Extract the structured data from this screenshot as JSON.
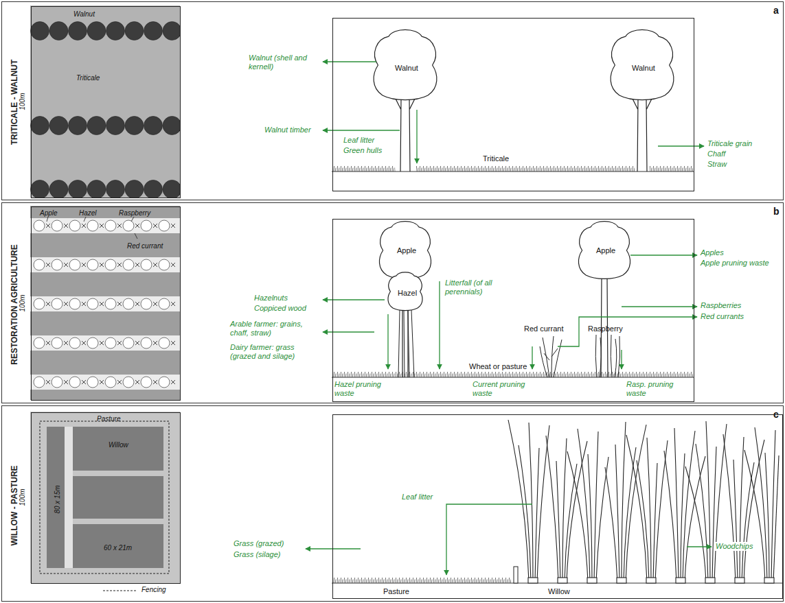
{
  "diagram": {
    "nodes": [
      {
        "text": [
          "TRITICALE - WALNUT",
          "a"
        ]
      },
      {
        "text": [
          "Walnut",
          "Triticale"
        ],
        "in": 0
      },
      {
        "text": [
          "Walnut",
          "Walnut",
          "Triticale"
        ],
        "in": 0
      },
      {
        "text": [
          "RESTORATION AGRICULTURE",
          "b"
        ]
      },
      {
        "text": [
          "Apple",
          "Hazel",
          "Raspberry",
          "Red currant"
        ],
        "in": 3
      },
      {
        "text": [
          "Apple",
          "Hazel",
          "Apple",
          "Red currant",
          "Raspberry",
          "Wheat or pasture"
        ],
        "in": 3
      },
      {
        "text": [
          "WILLOW - PASTURE",
          "c"
        ]
      },
      {
        "text": [
          "Pasture",
          "Willow",
          "80 x 15m",
          "60 x 21m"
        ],
        "in": 6
      },
      {
        "text": [
          "Pasture",
          "Willow"
        ],
        "in": 6
      }
    ],
    "labels": [
      "100m",
      "Walnut (shell and kernell)",
      "Walnut timber",
      "Leaf litter",
      "Green hulls",
      "Triticale grain",
      "Chaff",
      "Straw",
      "100m",
      "Hazelnuts",
      "Coppiced wood",
      "Arable farmer: grains, chaff, straw)",
      "Dairy farmer: grass (grazed and silage)",
      "Hazel pruning waste",
      "Litterfall (of all perennials)",
      "Current pruning waste",
      "Rasp. pruning waste",
      "Apples",
      "Apple pruning waste",
      "Raspberries",
      "Red currants",
      "100m",
      "Grass (grazed)",
      "Grass (silage)",
      "Leaf litter",
      "Woodchips"
    ],
    "legend": [
      {
        "text": "Fencing"
      }
    ]
  }
}
